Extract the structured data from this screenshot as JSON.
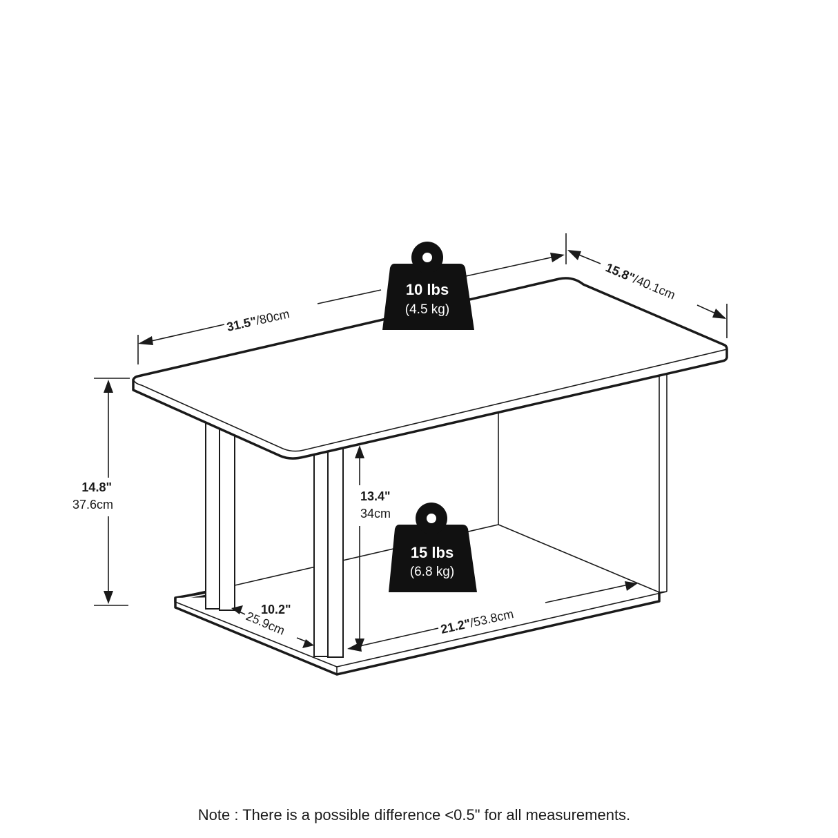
{
  "top_weight": {
    "main": "10 lbs",
    "sub": "(4.5 kg)"
  },
  "bottom_weight": {
    "main": "15 lbs",
    "sub": "(6.8 kg)"
  },
  "width_dim": {
    "imperial": "31.5\"",
    "metric": "/80cm"
  },
  "depth_dim": {
    "imperial": "15.8\"",
    "metric": "/40.1cm"
  },
  "height_dim": {
    "imperial": "14.8\"",
    "metric": "37.6cm"
  },
  "inner_height_dim": {
    "imperial": "13.4\"",
    "metric": "34cm"
  },
  "inner_depth_dim": {
    "imperial": "10.2\"",
    "metric": "25.9cm"
  },
  "inner_width_dim": {
    "imperial": "21.2\"",
    "metric": "/53.8cm"
  },
  "note": "Note : There is a possible difference <0.5\" for all measurements."
}
